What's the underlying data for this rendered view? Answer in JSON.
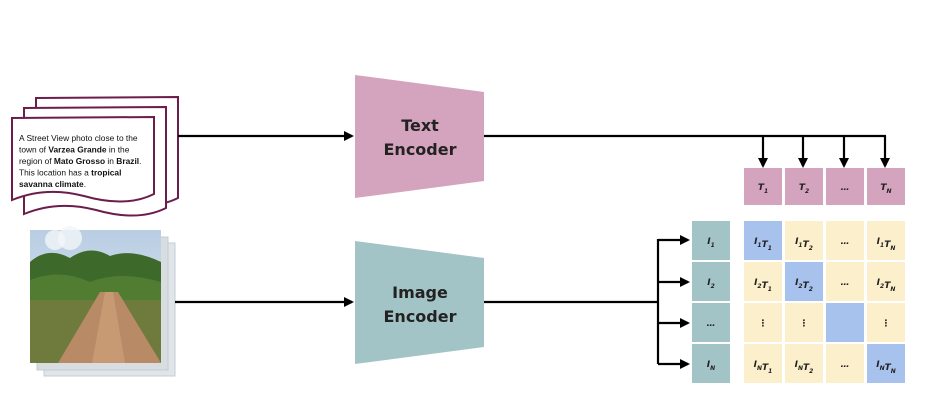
{
  "encoders": {
    "text": {
      "line1": "Text",
      "line2": "Encoder"
    },
    "image": {
      "line1": "Image",
      "line2": "Encoder"
    }
  },
  "document": {
    "lines": [
      [
        {
          "t": "A Street View photo close to the",
          "b": false
        }
      ],
      [
        {
          "t": "town of ",
          "b": false
        },
        {
          "t": "Varzea Grande",
          "b": true
        },
        {
          "t": " in the",
          "b": false
        }
      ],
      [
        {
          "t": "region of ",
          "b": false
        },
        {
          "t": "Mato Grosso",
          "b": true
        },
        {
          "t": " in ",
          "b": false
        },
        {
          "t": "Brazil",
          "b": true
        },
        {
          "t": ".",
          "b": false
        }
      ],
      [
        {
          "t": "This location has a ",
          "b": false
        },
        {
          "t": "tropical",
          "b": true
        }
      ],
      [
        {
          "t": "savanna climate",
          "b": true
        },
        {
          "t": ".",
          "b": false
        }
      ]
    ]
  },
  "text_embeddings": [
    {
      "base": "T",
      "sub": "1"
    },
    {
      "base": "T",
      "sub": "2"
    },
    {
      "base": "…",
      "sub": ""
    },
    {
      "base": "T",
      "sub": "N"
    }
  ],
  "image_embeddings": [
    {
      "base": "I",
      "sub": "1"
    },
    {
      "base": "I",
      "sub": "2"
    },
    {
      "base": "…",
      "sub": ""
    },
    {
      "base": "I",
      "sub": "N"
    }
  ],
  "matrix": [
    [
      {
        "parts": [
          [
            "I",
            "1"
          ],
          [
            "T",
            "1"
          ]
        ],
        "diag": true
      },
      {
        "parts": [
          [
            "I",
            "1"
          ],
          [
            "T",
            "2"
          ]
        ],
        "diag": false
      },
      {
        "parts": [
          [
            "…",
            ""
          ]
        ],
        "diag": false
      },
      {
        "parts": [
          [
            "I",
            "1"
          ],
          [
            "T",
            "N"
          ]
        ],
        "diag": false
      }
    ],
    [
      {
        "parts": [
          [
            "I",
            "2"
          ],
          [
            "T",
            "1"
          ]
        ],
        "diag": false
      },
      {
        "parts": [
          [
            "I",
            "2"
          ],
          [
            "T",
            "2"
          ]
        ],
        "diag": true
      },
      {
        "parts": [
          [
            "…",
            ""
          ]
        ],
        "diag": false
      },
      {
        "parts": [
          [
            "I",
            "2"
          ],
          [
            "T",
            "N"
          ]
        ],
        "diag": false
      }
    ],
    [
      {
        "parts": [
          [
            "⋮",
            ""
          ]
        ],
        "diag": false
      },
      {
        "parts": [
          [
            "⋮",
            ""
          ]
        ],
        "diag": false
      },
      {
        "parts": [],
        "diag": true
      },
      {
        "parts": [
          [
            "⋮",
            ""
          ]
        ],
        "diag": false
      }
    ],
    [
      {
        "parts": [
          [
            "I",
            "N"
          ],
          [
            "T",
            "1"
          ]
        ],
        "diag": false
      },
      {
        "parts": [
          [
            "I",
            "N"
          ],
          [
            "T",
            "2"
          ]
        ],
        "diag": false
      },
      {
        "parts": [
          [
            "…",
            ""
          ]
        ],
        "diag": false
      },
      {
        "parts": [
          [
            "I",
            "N"
          ],
          [
            "T",
            "N"
          ]
        ],
        "diag": true
      }
    ]
  ],
  "colors": {
    "text_encoder": "#d4a3bd",
    "image_encoder": "#a3c4c6",
    "text_cell": "#d4a3bd",
    "image_cell": "#a3c4c6",
    "match_cell": "#a8c2ee",
    "other_cell": "#fcf0cc",
    "doc_border": "#6b1e4b",
    "arrow": "#000000"
  },
  "icons": {
    "photo": "street-view-photo-stack",
    "document": "text-document-stack"
  }
}
